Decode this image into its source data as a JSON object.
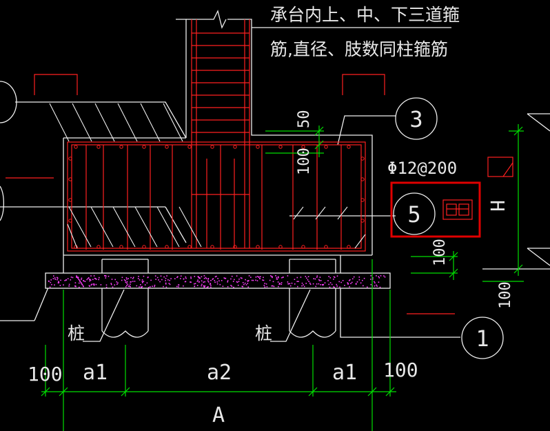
{
  "notes": {
    "line1": "承台内上、中、下三道箍",
    "line2": "筋,直径、肢数同柱箍筋"
  },
  "rebar_spec": "Φ12@200",
  "markers": {
    "m3": "3",
    "m5": "5",
    "m1": "1"
  },
  "pile_labels": [
    "桩",
    "桩"
  ],
  "dimensions": {
    "d50": "50",
    "d100_top": "100",
    "d100_right": "100",
    "d100_right_bottom": "100",
    "d100_left": "100",
    "a1_left": "a1",
    "a2": "a2",
    "a1_right": "a1",
    "d100_right_edge": "100",
    "total": "A",
    "height": "H"
  },
  "colors": {
    "background": "#000000",
    "rebar": "#ff2020",
    "outline": "#ffffff",
    "dimension": "#00e000",
    "cushion_dots": "#ff40ff",
    "highlight": "#e00000"
  }
}
